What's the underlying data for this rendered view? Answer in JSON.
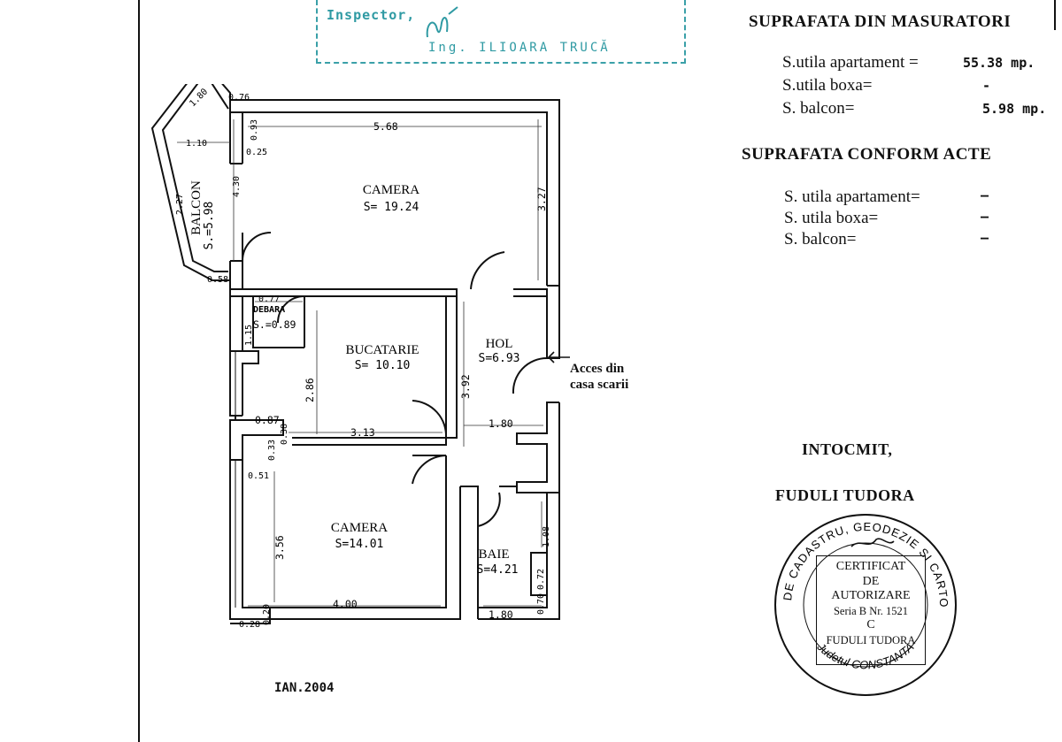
{
  "inspector": {
    "label": "Inspector,",
    "name": "Ing. ILIOARA TRUCĂ"
  },
  "plan": {
    "rooms": {
      "camera1": {
        "name": "CAMERA",
        "area": "S= 19.24"
      },
      "balcon": {
        "name": "BALCON",
        "area": "S.=5.98"
      },
      "debara": {
        "name": "DEBARA",
        "area": "S.=0.89"
      },
      "bucatarie": {
        "name": "BUCATARIE",
        "area": "S= 10.10"
      },
      "hol": {
        "name": "HOL",
        "area": "S=6.93"
      },
      "camera2": {
        "name": "CAMERA",
        "area": "S=14.01"
      },
      "baie": {
        "name": "BAIE",
        "area": "S=4.21"
      }
    },
    "access_label_line1": "Acces din",
    "access_label_line2": "casa scarii",
    "dimensions": {
      "d568": "5.68",
      "d327": "3.27",
      "d076": "0.76",
      "d180a": "1.80",
      "d110": "1.10",
      "d093": "0.93",
      "d025": "0.25",
      "d430": "4.30",
      "d227": "2.27",
      "d058": "0.58",
      "d077": "0.77",
      "d115": "1.15",
      "d286": "2.86",
      "d313": "3.13",
      "d392": "3.92",
      "d180b": "1.80",
      "d087": "0.87",
      "d033": "0.33",
      "d038": "0.38",
      "d051": "0.51",
      "d356": "3.56",
      "d400": "4.00",
      "d108": "1.08",
      "d072": "0.72",
      "d070": "0.70",
      "d180c": "1.80",
      "d028": "0.28",
      "d020": "0.20"
    },
    "date": "IAN.2004"
  },
  "summary": {
    "measured_title": "SUPRAFATA DIN MASURATORI",
    "measured": [
      {
        "label": "S.utila apartament =",
        "value": "55.38 mp."
      },
      {
        "label": "S.utila boxa=",
        "value": "-"
      },
      {
        "label": "S. balcon=",
        "value": "5.98 mp."
      }
    ],
    "acts_title": "SUPRAFATA CONFORM ACTE",
    "acts": [
      {
        "label": "S. utila apartament=",
        "value": "–"
      },
      {
        "label": "S. utila boxa=",
        "value": "–"
      },
      {
        "label": "S. balcon=",
        "value": "–"
      }
    ]
  },
  "author": {
    "label": "INTOCMIT,",
    "name": "FUDULI TUDORA"
  },
  "stamp": {
    "ring_text": "OFICIUL DE CADASTRU, GEODEZIE SI CARTOGRAFIE",
    "bottom_text": "Judetul CONSTANTA",
    "cert1": "CERTIFICAT",
    "cert2": "DE",
    "cert3": "AUTORIZARE",
    "cert4": "Seria B  Nr. 1521",
    "cert5": "C",
    "cert6": "FUDULI TUDORA"
  }
}
